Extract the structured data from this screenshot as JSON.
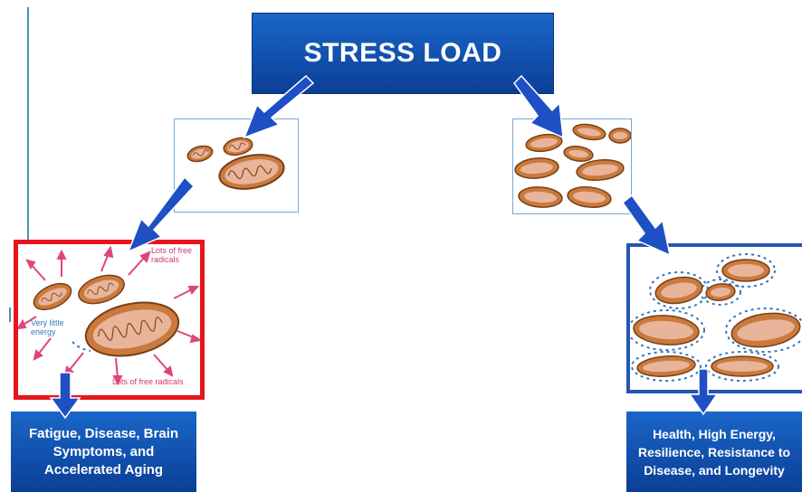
{
  "title": "STRESS LOAD",
  "left_outcome": "Fatigue, Disease, Brain Symptoms, and Accelerated Aging",
  "right_outcome": "Health, High Energy, Resilience, Resistance to Disease, and Longevity",
  "labels": {
    "free_radicals_top": "Lots of free radicals",
    "little_energy": "Very little energy",
    "free_radicals_bottom": "Lots of free radicals"
  },
  "colors": {
    "box_blue": "#0b3f96",
    "arrow_blue": "#1f4fc4",
    "stressed_border": "#e8161c",
    "healthy_border": "#2457b0",
    "radical_pink": "#e0457a",
    "energy_blue": "#3378c0"
  }
}
